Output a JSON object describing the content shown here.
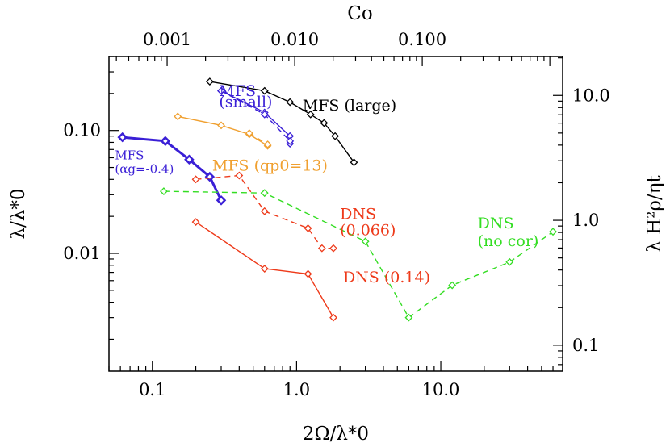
{
  "chart_data": {
    "type": "line",
    "xscale": "log",
    "yscale": "log",
    "xlim": [
      0.05,
      70
    ],
    "ylim": [
      0.0011,
      0.4
    ],
    "grid": false,
    "xlabel": "2Ω/λ*0",
    "ylabel": "λ/λ*0",
    "top_axis_label": "Co",
    "right_axis_label": "λ H²ρ/ηt",
    "x_ticks": [
      0.1,
      1.0,
      10.0
    ],
    "x_tick_labels": [
      "0.1",
      "1.0",
      "10.0"
    ],
    "y_ticks": [
      0.01,
      0.1
    ],
    "y_tick_labels": [
      "0.01",
      "0.10"
    ],
    "top_ticks": [
      0.001,
      0.01,
      0.1
    ],
    "top_tick_labels": [
      "0.001",
      "0.010",
      "0.100"
    ],
    "right_ticks": [
      0.1,
      1.0,
      10.0
    ],
    "right_tick_labels": [
      "0.1",
      "1.0",
      "10.0"
    ],
    "series": [
      {
        "name": "MFS (large)",
        "color": "#000000",
        "dash": false,
        "bold": false,
        "x": [
          0.25,
          0.6,
          0.9,
          1.25,
          1.55,
          1.85,
          2.5
        ],
        "y": [
          0.25,
          0.21,
          0.17,
          0.135,
          0.115,
          0.09,
          0.055
        ]
      },
      {
        "name": "MFS (small)",
        "color": "#3a1fd6",
        "dash": false,
        "bold": false,
        "x": [
          0.3,
          0.6,
          0.9,
          0.9
        ],
        "y": [
          0.21,
          0.14,
          0.09,
          0.078
        ]
      },
      {
        "name": "MFS (small)",
        "color": "#3a1fd6",
        "dash": true,
        "bold": false,
        "x": [
          0.3,
          0.6,
          0.9
        ],
        "y": [
          0.21,
          0.135,
          0.082
        ]
      },
      {
        "name": "MFS (αg=-0.4)",
        "color": "#3a1fd6",
        "dash": false,
        "bold": true,
        "x": [
          0.062,
          0.123,
          0.18,
          0.25,
          0.3
        ],
        "y": [
          0.088,
          0.082,
          0.058,
          0.042,
          0.027
        ]
      },
      {
        "name": "MFS (qp0=13)",
        "color": "#f0a030",
        "dash": false,
        "bold": false,
        "x": [
          0.15,
          0.3,
          0.47,
          0.63
        ],
        "y": [
          0.13,
          0.11,
          0.093,
          0.075
        ]
      },
      {
        "name": "MFS (qp0=13)",
        "color": "#f0a030",
        "dash": true,
        "bold": false,
        "x": [
          0.47,
          0.63
        ],
        "y": [
          0.095,
          0.077
        ]
      },
      {
        "name": "DNS (0.066)",
        "color": "#ee3a1a",
        "dash": true,
        "bold": false,
        "x": [
          0.2,
          0.4,
          0.6,
          1.2,
          1.5,
          1.8
        ],
        "y": [
          0.04,
          0.043,
          0.022,
          0.016,
          0.011,
          0.011
        ]
      },
      {
        "name": "DNS (0.14)",
        "color": "#ee3a1a",
        "dash": false,
        "bold": false,
        "x": [
          0.2,
          0.6,
          1.2,
          1.8
        ],
        "y": [
          0.018,
          0.0075,
          0.0068,
          0.003
        ]
      },
      {
        "name": "DNS (no cor)",
        "color": "#33dd22",
        "dash": true,
        "bold": false,
        "x": [
          0.12,
          0.6,
          3.0,
          6.0,
          12.0,
          30.0,
          60.0
        ],
        "y": [
          0.032,
          0.031,
          0.0125,
          0.003,
          0.0055,
          0.0085,
          0.015
        ]
      }
    ],
    "annotations": [
      {
        "text": "MFS (large)",
        "color": "#000000",
        "x": 1.1,
        "y": 0.145
      },
      {
        "text": "MFS",
        "color": "#3a1fd6",
        "x": 0.29,
        "y": 0.19
      },
      {
        "text": "(small)",
        "color": "#3a1fd6",
        "x": 0.29,
        "y": 0.155
      },
      {
        "text": "MFS",
        "color": "#3a1fd6",
        "x": 0.055,
        "y": 0.058
      },
      {
        "text": "(αg=-0.4)",
        "color": "#3a1fd6",
        "x": 0.055,
        "y": 0.045
      },
      {
        "text": "MFS (qp0=13)",
        "color": "#f0a030",
        "x": 0.26,
        "y": 0.047
      },
      {
        "text": "DNS",
        "color": "#ee3a1a",
        "x": 2.0,
        "y": 0.019
      },
      {
        "text": "(0.066)",
        "color": "#ee3a1a",
        "x": 2.0,
        "y": 0.014
      },
      {
        "text": "DNS (0.14)",
        "color": "#ee3a1a",
        "x": 2.1,
        "y": 0.0058
      },
      {
        "text": "DNS",
        "color": "#33dd22",
        "x": 18.0,
        "y": 0.016
      },
      {
        "text": "(no cor)",
        "color": "#33dd22",
        "x": 18.0,
        "y": 0.0115
      }
    ]
  }
}
